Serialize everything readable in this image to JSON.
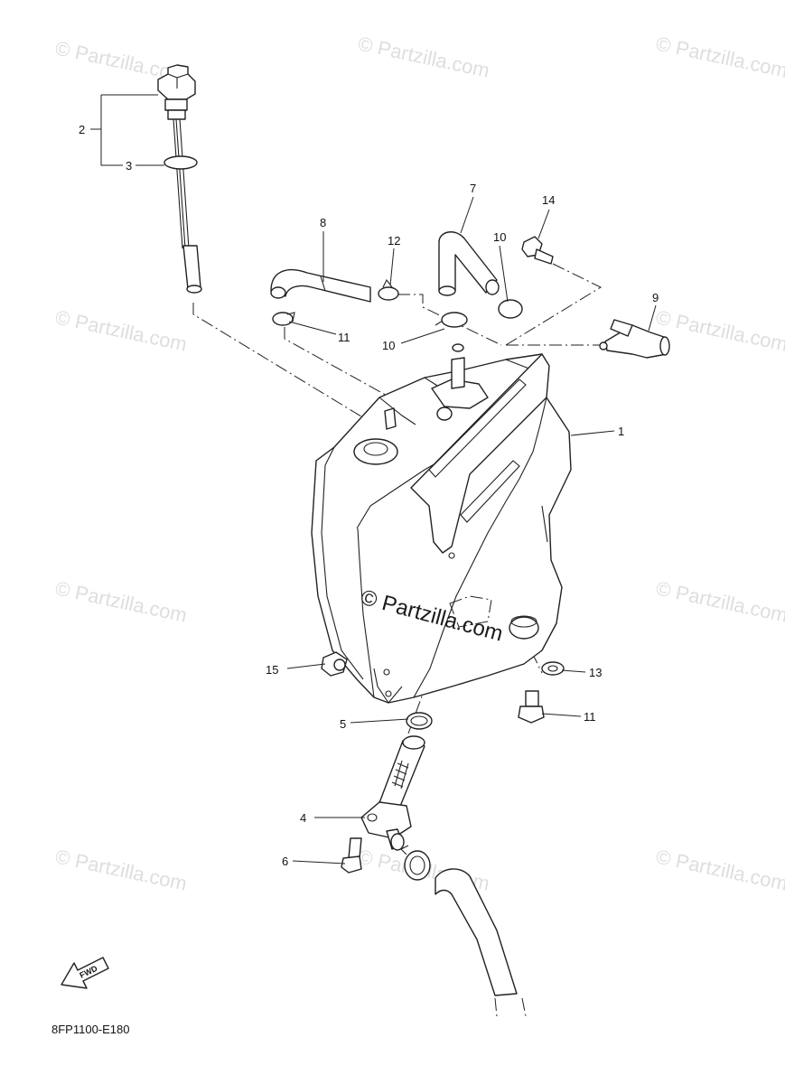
{
  "drawing_code": "8FP1100-E180",
  "direction_label": "FWD",
  "watermark_text": "© Partzilla.com",
  "center_watermark_text": "© Partzilla.com",
  "callouts": [
    "1",
    "2",
    "3",
    "4",
    "5",
    "6",
    "7",
    "8",
    "9",
    "10",
    "10",
    "11",
    "11",
    "12",
    "13",
    "14",
    "15"
  ]
}
